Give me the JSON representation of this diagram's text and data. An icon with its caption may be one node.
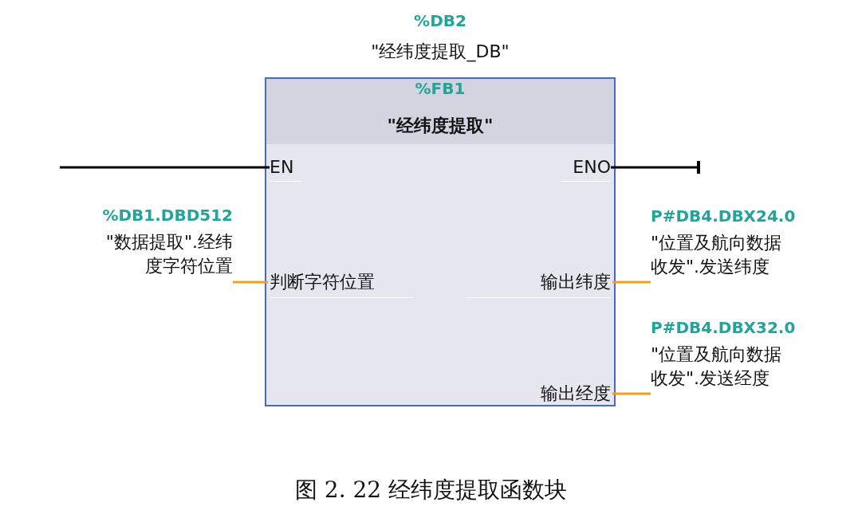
{
  "diagram": {
    "caption": "图 2. 22 经纬度提取函数块",
    "nodes": [
      {
        "text": [
          "%FB1",
          "\"经纬度提取\""
        ],
        "beside": [
          "%DB2",
          "\"经纬度提取_DB\""
        ]
      },
      {
        "text": [
          "EN"
        ],
        "in": 0
      },
      {
        "text": [
          "ENO"
        ],
        "in": 0
      },
      {
        "text": [
          "判断字符位置"
        ],
        "in": 0
      },
      {
        "text": [
          "输出纬度"
        ],
        "in": 0
      },
      {
        "text": [
          "输出经度"
        ],
        "in": 0
      },
      {
        "text": [
          "%DB1.DBD512",
          "\"数据提取\".经纬度字符位置"
        ]
      },
      {
        "text": [
          "P#DB4.DBX24.0",
          "\"位置及航向数据收发\".发送纬度"
        ]
      },
      {
        "text": [
          "P#DB4.DBX32.0",
          "\"位置及航向数据收发\".发送经度"
        ]
      }
    ],
    "edges": [
      {
        "from": null,
        "to": 1,
        "arrow": "none",
        "color": "#000000"
      },
      {
        "from": 2,
        "to": null,
        "arrow": "other",
        "color": "#000000"
      },
      {
        "from": 6,
        "to": 3,
        "arrow": "none"
      },
      {
        "from": 4,
        "to": 7,
        "arrow": "none"
      },
      {
        "from": 5,
        "to": 8,
        "arrow": "none"
      }
    ]
  }
}
